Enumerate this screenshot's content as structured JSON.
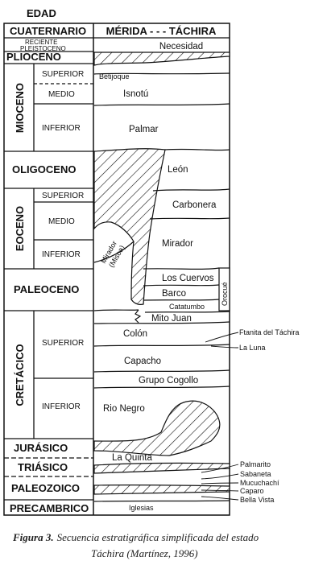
{
  "header": {
    "edad": "EDAD",
    "region": "MÉRIDA - - - TÁCHIRA"
  },
  "periods": {
    "cuaternario": "CUATERNARIO",
    "reciente": "RECIENTE",
    "pleistoceno": "PLEISTOCENO",
    "plioceno": "PLIOCENO",
    "mioceno": "MIOCENO",
    "oligoceno": "OLIGOCENO",
    "eoceno": "EOCENO",
    "paleoceno": "PALEOCENO",
    "cretacico": "CRETÁCICO",
    "jurasico": "JURÁSICO",
    "triasico": "TRIÁSICO",
    "paleozoico": "PALEOZOICO",
    "precambrico": "PRECAMBRICO"
  },
  "subdivisions": {
    "mioceno_superior": "SUPERIOR",
    "mioceno_medio": "MEDIO",
    "mioceno_inferior": "INFERIOR",
    "eoceno_superior": "SUPERIOR",
    "eoceno_medio": "MEDIO",
    "eoceno_inferior": "INFERIOR",
    "cretacico_superior": "SUPERIOR",
    "cretacico_inferior": "INFERIOR"
  },
  "formations": {
    "necesidad": "Necesidad",
    "betijoque": "Betijoque",
    "isnotu": "Isnotú",
    "palmar": "Palmar",
    "leon": "León",
    "carbonera": "Carbonera",
    "mirador": "Mirador",
    "mirador_misoa_1": "Mirador",
    "mirador_misoa_2": "(Misoa)",
    "los_cuervos": "Los Cuervos",
    "barco": "Barco",
    "catatumbo": "Catatumbo",
    "orocue": "Orocué",
    "mito_juan": "Mito Juan",
    "colon": "Colón",
    "capacho": "Capacho",
    "grupo_cogollo": "Grupo Cogollo",
    "rio_negro": "Rio Negro",
    "la_quinta": "La Quinta",
    "iglesias": "Iglesias"
  },
  "side_labels": {
    "ftanita": "Ftanita del Táchira",
    "la_luna": "La Luna",
    "palmarito": "Palmarito",
    "sabaneta": "Sabaneta",
    "mucuchachi": "Mucuchachí",
    "caparo": "Caparo",
    "bella_vista": "Bella Vista"
  },
  "caption": {
    "figure": "Figura 3.",
    "line1": "Secuencia estratigráfica simplificada del estado",
    "line2": "Táchira (Martínez, 1996)"
  }
}
